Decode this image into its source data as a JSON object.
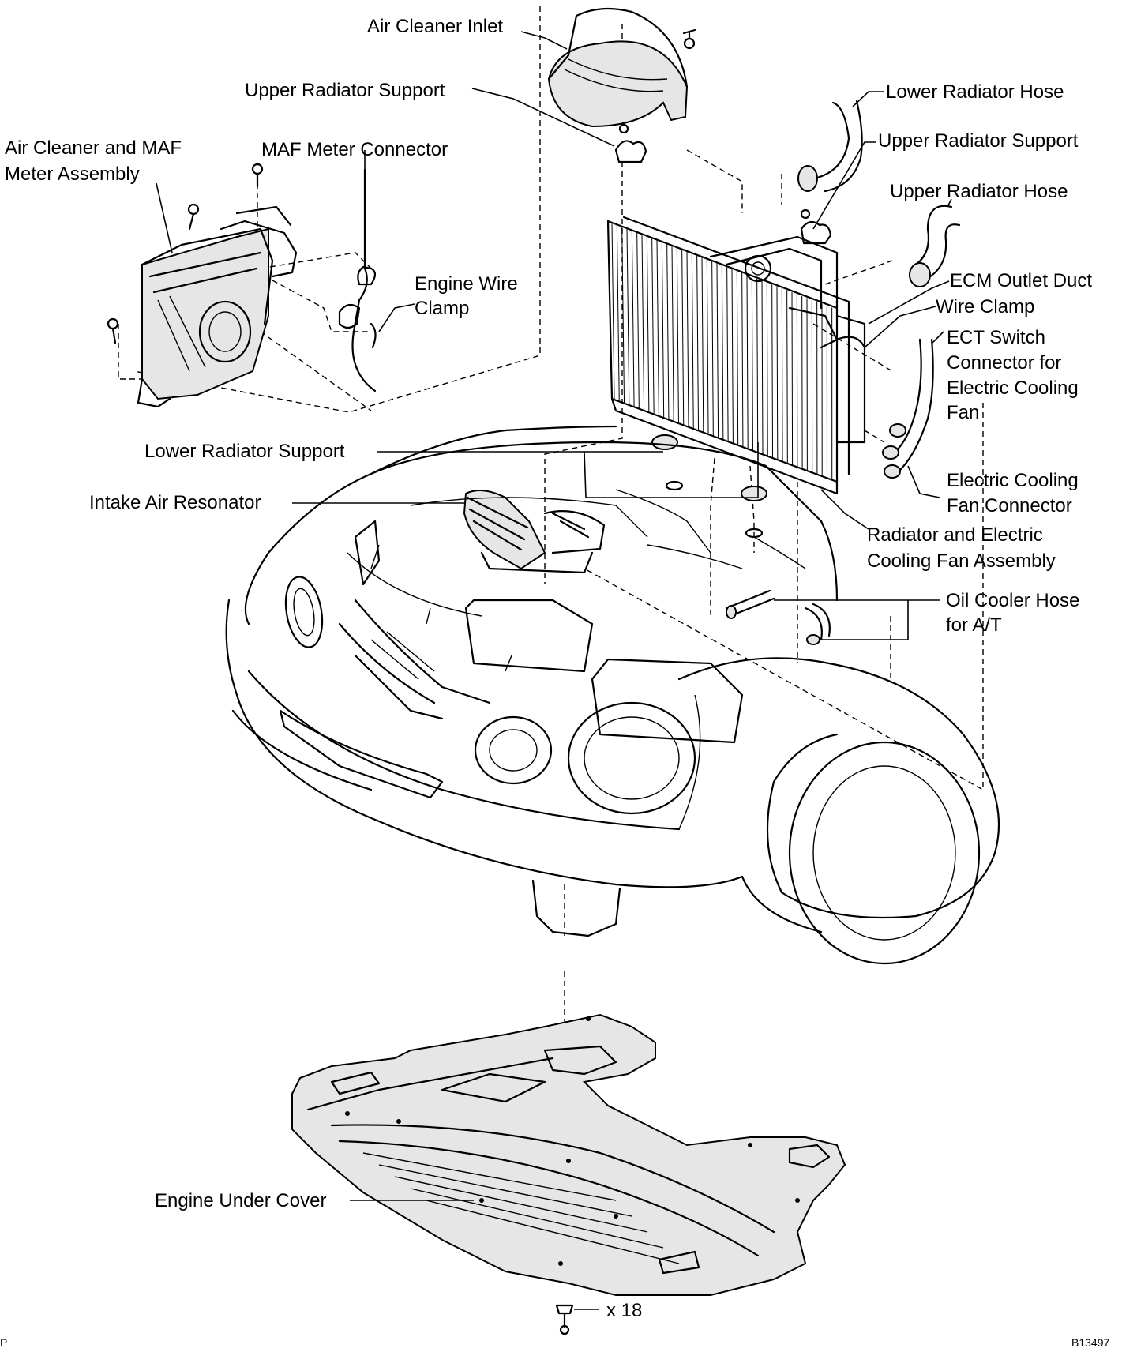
{
  "labels": {
    "air_cleaner_inlet": "Air Cleaner Inlet",
    "upper_radiator_support_left": "Upper Radiator Support",
    "air_cleaner_maf_line1": "Air  Cleaner  and  MAF",
    "air_cleaner_maf_line2": "Meter Assembly",
    "maf_meter_connector": "MAF Meter Connector",
    "engine_wire_clamp_line1": "Engine Wire",
    "engine_wire_clamp_line2": "Clamp",
    "lower_radiator_hose": "Lower Radiator Hose",
    "upper_radiator_support_right": "Upper Radiator Support",
    "upper_radiator_hose": "Upper Radiator Hose",
    "ecm_outlet_duct": "ECM Outlet Duct",
    "wire_clamp": "Wire Clamp",
    "ect_switch_line1": "ECT Switch",
    "ect_switch_line2": "Connector for",
    "ect_switch_line3": "Electric Cooling",
    "ect_switch_line4": "Fan",
    "lower_radiator_support": "Lower Radiator Support",
    "intake_air_resonator": "Intake Air Resonator",
    "electric_cooling_fan_connector_line1": "Electric Cooling",
    "electric_cooling_fan_connector_line2": "Fan Connector",
    "radiator_fan_assembly_line1": "Radiator and Electric",
    "radiator_fan_assembly_line2": "Cooling Fan Assembly",
    "oil_cooler_hose_line1": "Oil Cooler Hose",
    "oil_cooler_hose_line2": "for A/T",
    "engine_under_cover": "Engine Under Cover",
    "bolt_count": "x 18",
    "figure_code": "B13497",
    "corner_mark": "P"
  }
}
